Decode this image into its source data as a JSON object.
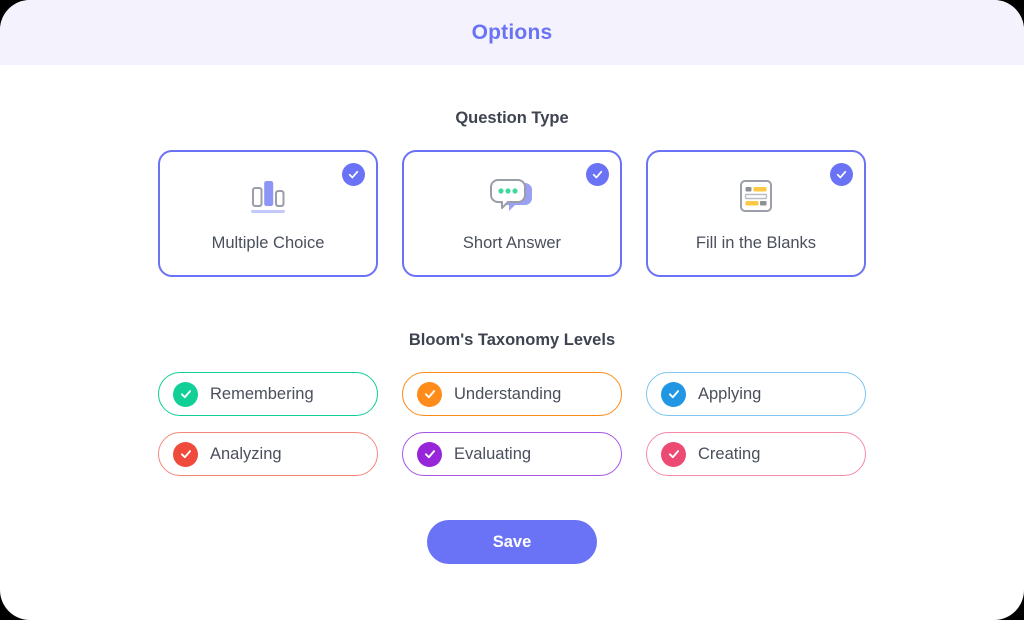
{
  "header": {
    "title": "Options",
    "background": "#f3f2fd",
    "title_color": "#6a73f5"
  },
  "accent": "#6a73f5",
  "question_type": {
    "title": "Question Type",
    "cards": [
      {
        "label": "Multiple Choice",
        "icon": "bar-chart-icon",
        "selected": true,
        "badge_icon": "check-icon"
      },
      {
        "label": "Short Answer",
        "icon": "speech-bubble-icon",
        "selected": true,
        "badge_icon": "check-icon"
      },
      {
        "label": "Fill in the Blanks",
        "icon": "form-document-icon",
        "selected": true,
        "badge_icon": "check-icon"
      }
    ]
  },
  "bloom": {
    "title": "Bloom's Taxonomy Levels",
    "levels": [
      {
        "label": "Remembering",
        "color": "#10d098",
        "icon": "check-icon",
        "selected": true
      },
      {
        "label": "Understanding",
        "color": "#ff8c1a",
        "icon": "check-icon",
        "selected": true
      },
      {
        "label": "Applying",
        "color": "#2196e3",
        "icon": "check-icon",
        "selected": true
      },
      {
        "label": "Analyzing",
        "color": "#ef4a3c",
        "icon": "check-icon",
        "selected": true
      },
      {
        "label": "Evaluating",
        "color": "#9726d8",
        "icon": "check-icon",
        "selected": true
      },
      {
        "label": "Creating",
        "color": "#ec4a72",
        "icon": "check-icon",
        "selected": true
      }
    ]
  },
  "footer": {
    "save_label": "Save",
    "save_color": "#6a73f5"
  }
}
